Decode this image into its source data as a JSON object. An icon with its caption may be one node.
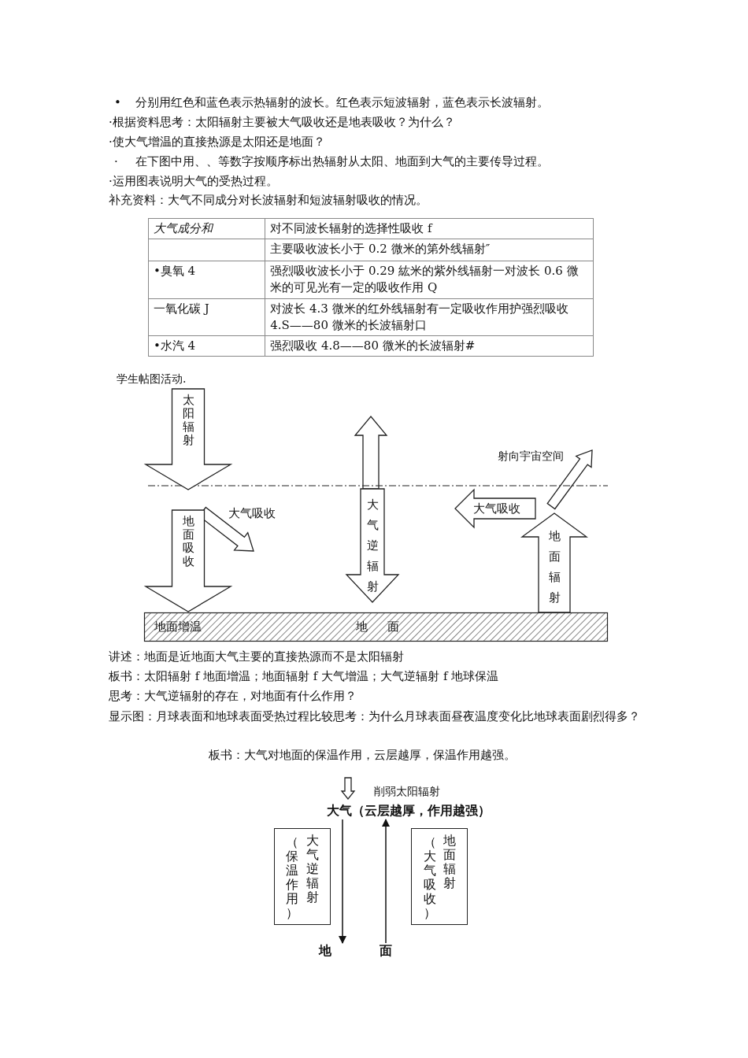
{
  "diagram": {
    "nodes": [
      {
        "text": [
          "太阳辐射"
        ]
      },
      {
        "text": [
          "大气吸收"
        ]
      },
      {
        "text": [
          "大气逆辐射"
        ]
      },
      {
        "text": [
          "地面增温",
          "地 面"
        ]
      },
      {
        "text": [],
        "shape": "arrow"
      },
      {
        "text": [
          "大气（云层越厚，作用越强）"
        ]
      },
      {
        "text": [
          "（保温作用）",
          "大气逆辐射"
        ]
      },
      {
        "text": [
          "（大气吸收）",
          "地面辐射"
        ]
      },
      {
        "text": [
          "地"
        ]
      },
      {
        "text": [
          "面"
        ]
      }
    ],
    "edges": [
      {
        "from": 5,
        "to": 8,
        "arrow": "to"
      },
      {
        "from": 9,
        "to": 5,
        "arrow": "to"
      },
      {
        "from": 2,
        "to": null,
        "arrow": "to",
        "style": "thick"
      },
      {
        "from": 1,
        "to": null,
        "arrow": "to",
        "style": "thick",
        "label": "射向宇宙空间"
      },
      {
        "from": 0,
        "to": null,
        "arrow": "to",
        "style": "thick",
        "label": "大气吸收"
      },
      {
        "from": null,
        "to": 3,
        "arrow": "to",
        "style": "thick",
        "label": "地面吸收"
      },
      {
        "from": 3,
        "to": null,
        "arrow": "to",
        "style": "thick",
        "label": "地面辐射"
      }
    ],
    "labels": [
      "•",
      "分别用红色和蓝色表示热辐射的波长。红色表示短波辐射，蓝色表示长波辐射。",
      "·根据资料思考：太阳辐射主要被大气吸收还是地表吸收？为什么？",
      "·使大气增温的直接热源是太阳还是地面？",
      "·",
      "在下图中用、、等数字按顺序标出热辐射从太阳、地面到大气的主要传导过程。",
      "·运用图表说明大气的受热过程。",
      "补充资料：大气不同成分对长波辐射和短波辐射吸收的情况。",
      "大气成分和",
      "对不同波长辐射的选择性吸收 f",
      "主要吸收波长小于 0.2 微米的第外线辐射″",
      "•臭氧 4",
      "强烈吸收波长小于 0.29 紘米的紫外线辐射一对波长 0.6 微米的可见光有一定的吸收作用 Q",
      "一氧化碳 J",
      "对波长 4.3 微米的红外线辐射有一定吸收作用护强烈吸收 4.S——80 微米的长波辐射口",
      "•水汽 4",
      "强烈吸收 4.8——80 微米的长波辐射#",
      "学生帖图活动.",
      "讲述：地面是近地面大气主要的直接热源而不是太阳辐射",
      "板书：太阳辐射 f 地面增温；地面辐射 f 大气增温；大气逆辐射 f 地球保温",
      "思考：大气逆辐射的存在，对地面有什么作用？",
      "显示图：月球表面和地球表面受热过程比较思考：为什么月球表面昼夜温度变化比地球表面剧烈得多？",
      "板书：大气对地面的保温作用，云层越厚，保温作用越强。",
      "削弱太阳辐射"
    ]
  }
}
